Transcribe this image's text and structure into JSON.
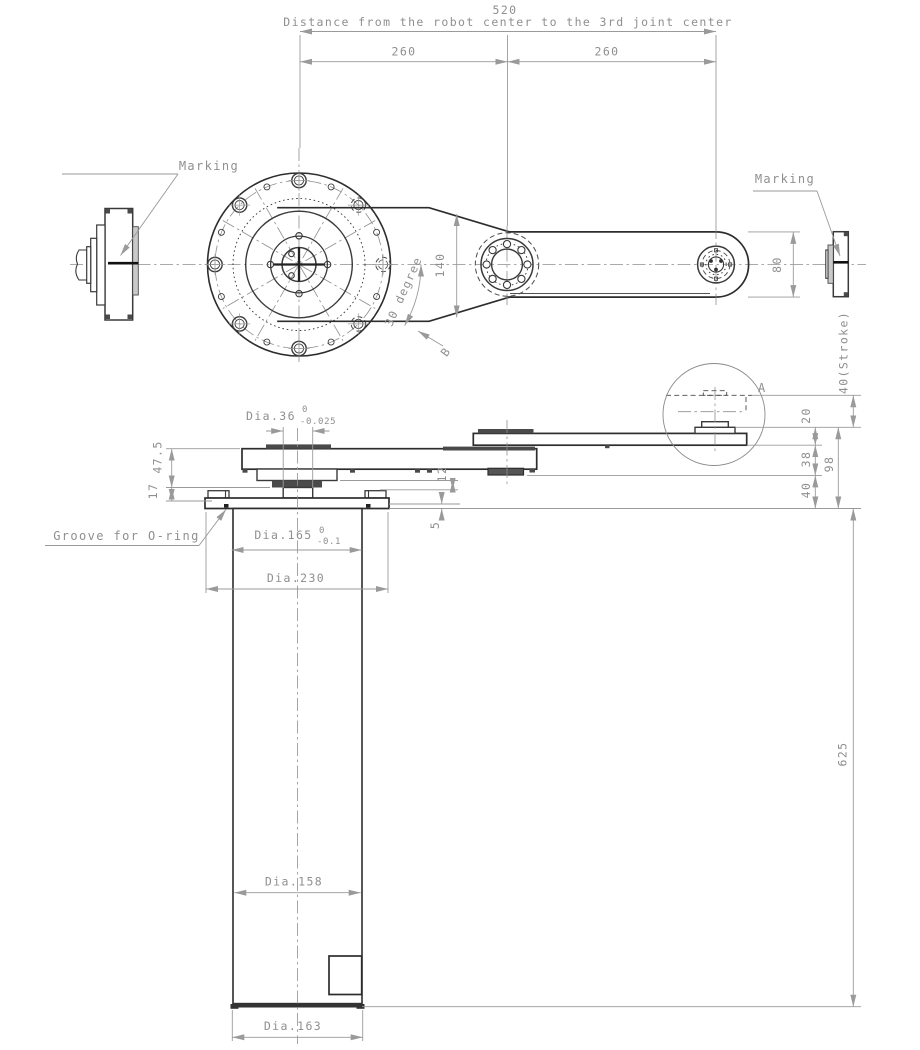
{
  "top_dims": {
    "overall": "520",
    "caption": "Distance from the robot center to the 3rd joint center",
    "left_span": "260",
    "right_span": "260"
  },
  "top_view": {
    "marking_left": "Marking",
    "marking_right": "Marking",
    "arm_width": "140",
    "angle": "30 degree",
    "section_b": "B",
    "end_width": "80"
  },
  "side_view": {
    "stroke_dim": "40(Stroke)",
    "detail_a": "A",
    "dim_20": "20",
    "dim_38": "38",
    "dim_40": "40",
    "dim_98": "98",
    "dim_12": "12",
    "dim_5": "5",
    "dim_47_5": "47.5",
    "dim_17": "17",
    "dia36": "Dia.36",
    "dia36_tol_hi": "0",
    "dia36_tol_lo": "-0.025",
    "groove_label": "Groove for O-ring",
    "dia165": "Dia.165",
    "dia165_tol_hi": "0",
    "dia165_tol_lo": "-0.1",
    "dia230": "Dia.230",
    "dia158": "Dia.158",
    "dia163": "Dia.163",
    "height_625": "625"
  },
  "colors": {
    "object_line": "#2d2d2d",
    "dimension": "#9a9a9a",
    "text": "#8f8f8f",
    "dark_fill": "#4a4a4a",
    "marking_band": "#c9c9c9",
    "background": "#ffffff"
  }
}
